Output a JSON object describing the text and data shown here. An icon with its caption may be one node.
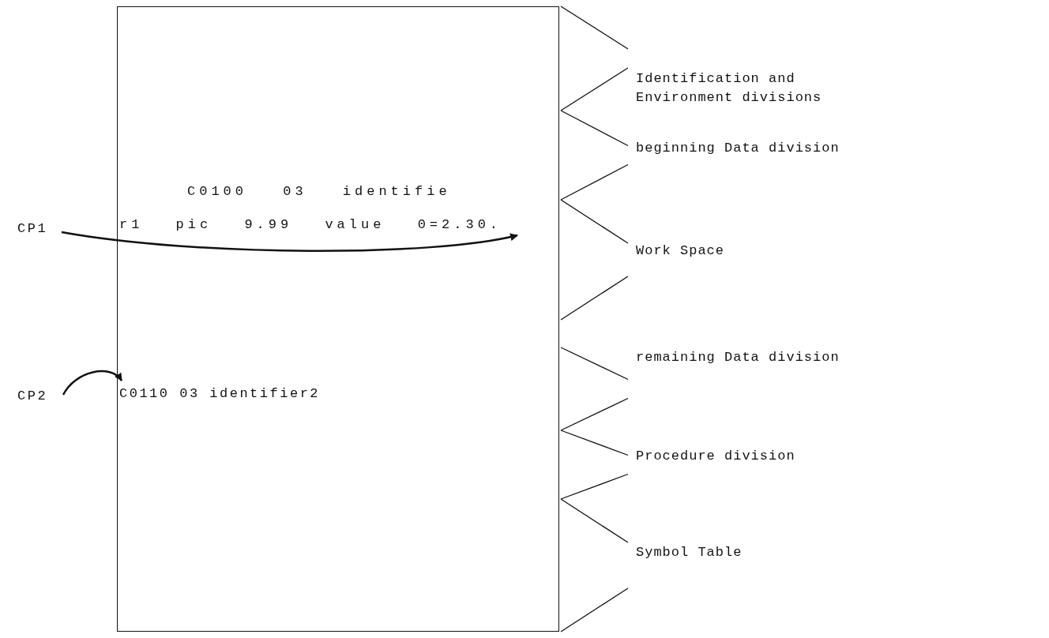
{
  "diagram": {
    "nodes": [
      {
        "text": [],
        "shape": "box"
      },
      {
        "text": [
          "r1 pic 9.99 value 0=2.30."
        ],
        "in": 0
      },
      {
        "text": [
          "C0110 03 identifier2"
        ],
        "in": 0
      },
      {
        "text": [
          "CP1"
        ]
      },
      {
        "text": [
          "CP2"
        ]
      }
    ],
    "edges": [
      {
        "from": 3,
        "to": 1,
        "arrow": "to"
      },
      {
        "from": 4,
        "to": 2,
        "arrow": "to"
      }
    ],
    "labels": [
      "C0100 03 identifie",
      "Identification and Environment divisions",
      "beginning Data division",
      "Work Space",
      "remaining Data division",
      "Procedure division",
      "Symbol Table"
    ]
  }
}
